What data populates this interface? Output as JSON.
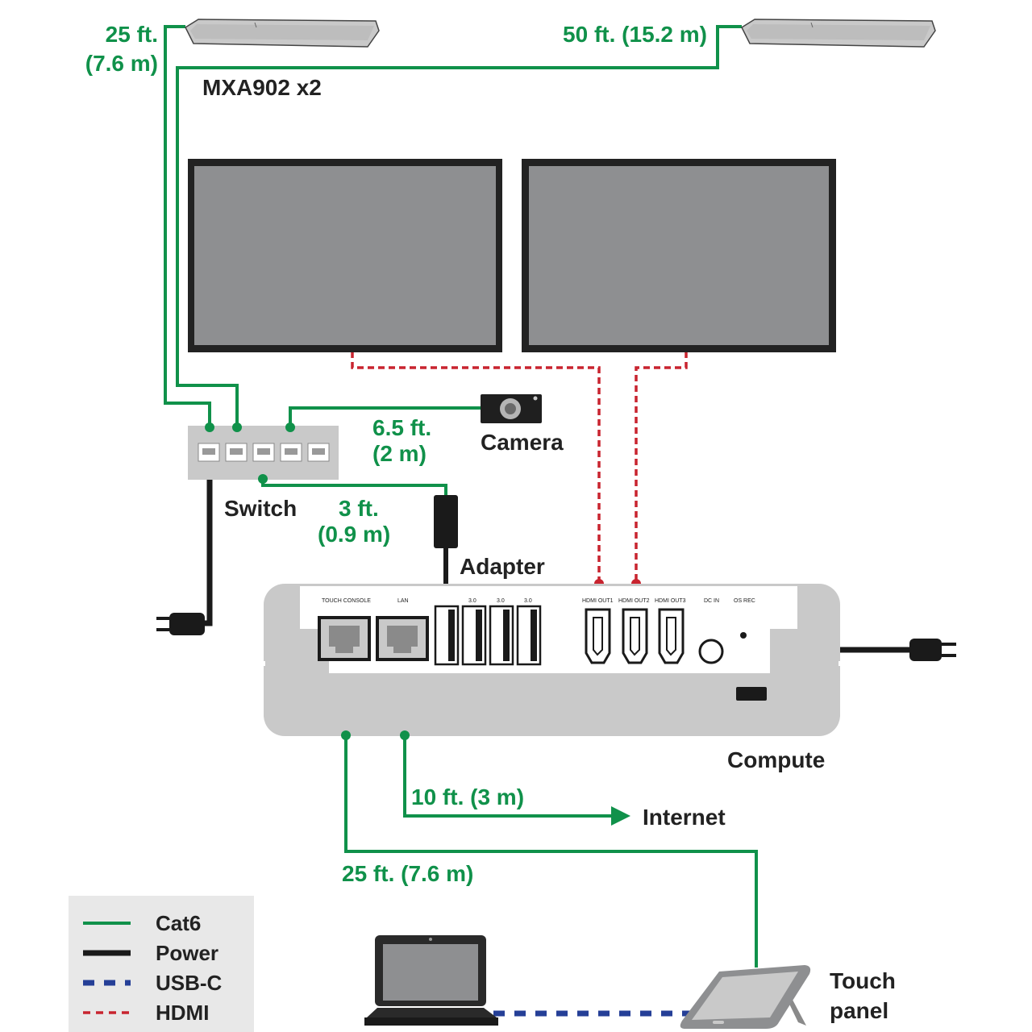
{
  "colors": {
    "cat6": "#10914a",
    "power": "#1a1a1a",
    "usbc": "#253f97",
    "hdmi": "#c8242f",
    "device_gray": "#c9c9c9",
    "screen_gray": "#8e8f91"
  },
  "labels": {
    "mic_left_length_ft": "25 ft.",
    "mic_left_length_m": "(7.6 m)",
    "mic_right_length": "50 ft. (15.2 m)",
    "mic_model": "MXA902 x2",
    "camera_length_ft": "6.5 ft.",
    "camera_length_m": "(2 m)",
    "camera": "Camera",
    "switch": "Switch",
    "adapter_length_ft": "3 ft.",
    "adapter_length_m": "(0.9 m)",
    "adapter": "Adapter",
    "compute": "Compute",
    "internet_length": "10 ft. (3 m)",
    "internet": "Internet",
    "touch_length": "25 ft. (7.6 m)",
    "touch_panel_line1": "Touch",
    "touch_panel_line2": "panel"
  },
  "compute_ports": {
    "touch_console": "TOUCH CONSOLE",
    "lan": "LAN",
    "usb1": "3.0",
    "usb2": "3.0",
    "usb3": "3.0",
    "hdmi_out1": "HDMI OUT1",
    "hdmi_out2": "HDMI OUT2",
    "hdmi_out3": "HDMI OUT3",
    "dc_in": "DC IN",
    "os_rec": "OS REC"
  },
  "legend": {
    "items": [
      {
        "label": "Cat6",
        "style": "solid-green"
      },
      {
        "label": "Power",
        "style": "solid-black"
      },
      {
        "label": "USB-C",
        "style": "dashed-blue"
      },
      {
        "label": "HDMI",
        "style": "dashed-red"
      }
    ]
  }
}
